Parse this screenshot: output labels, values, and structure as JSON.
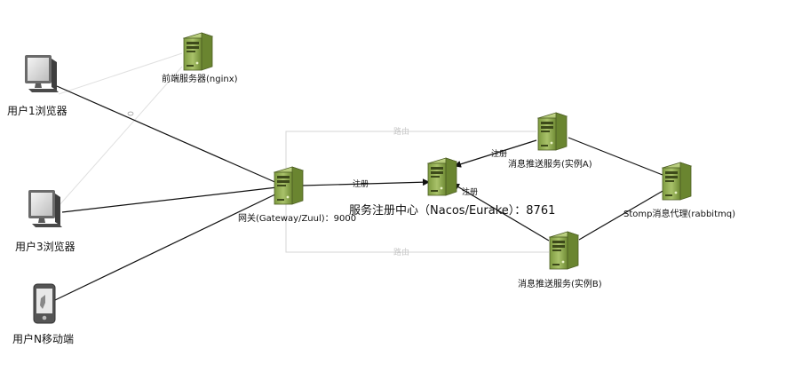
{
  "nodes": {
    "frontend": {
      "label": "前端服务器(nginx)"
    },
    "user1": {
      "label": "用户1浏览器"
    },
    "user3": {
      "label": "用户3浏览器"
    },
    "userN": {
      "label": "用户N移动端"
    },
    "gateway": {
      "label": "网关(Gateway/Zuul)：9000"
    },
    "registry": {
      "label": "服务注册中心（Nacos/Eurake）：8761"
    },
    "pushA": {
      "label": "消息推送服务(实例A)"
    },
    "pushB": {
      "label": "消息推送服务(实例B)"
    },
    "broker": {
      "label": "Stomp消息代理(rabbitmq)"
    }
  },
  "edges": {
    "register_gateway": "注册",
    "register_pushA": "注册",
    "register_pushB": "注册",
    "route_top": "路由",
    "route_bottom": "路由"
  }
}
